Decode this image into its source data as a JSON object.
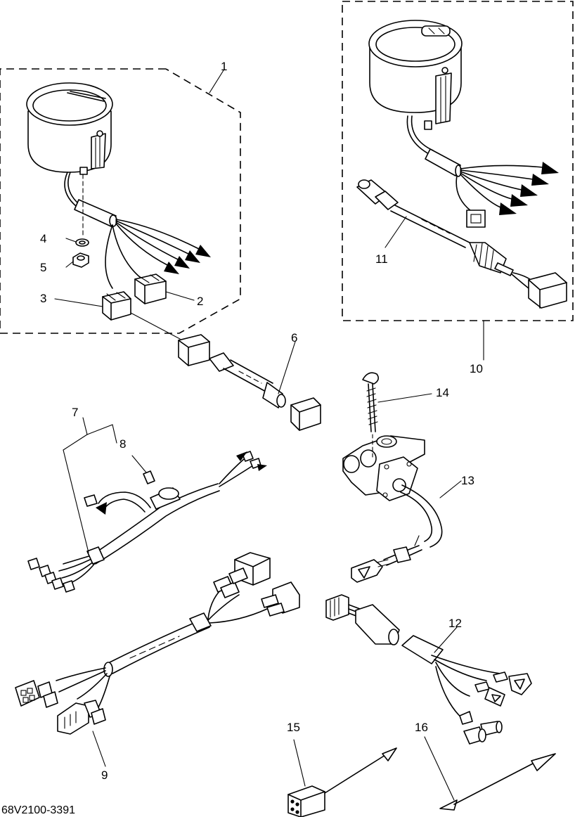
{
  "diagram": {
    "part_labels": [
      "1",
      "2",
      "3",
      "4",
      "5",
      "6",
      "7",
      "8",
      "9",
      "10",
      "11",
      "12",
      "13",
      "14",
      "15",
      "16"
    ],
    "drawing_code": "68V2100-3391"
  }
}
